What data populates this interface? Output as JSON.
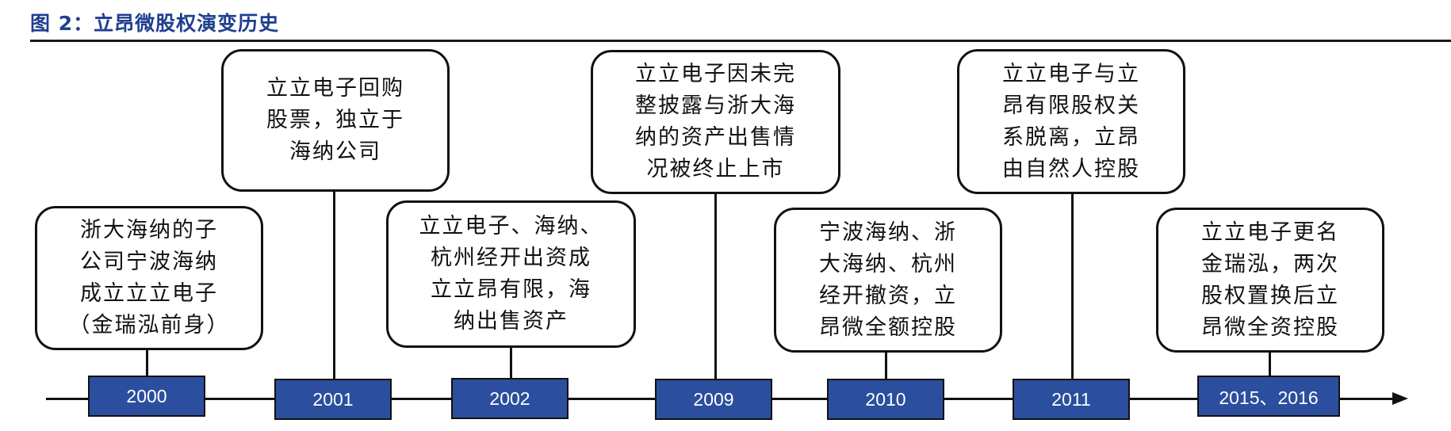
{
  "header": {
    "title": "图 2：立昂微股权演变历史"
  },
  "timeline": {
    "events": [
      {
        "year": "2000",
        "text": "浙大海纳的子\n公司宁波海纳\n成立立立电子\n（金瑞泓前身）"
      },
      {
        "year": "2001",
        "text": "立立电子回购\n股票，独立于\n海纳公司"
      },
      {
        "year": "2002",
        "text": "立立电子、海纳、\n杭州经开出资成\n立立昂有限，海\n纳出售资产"
      },
      {
        "year": "2009",
        "text": "立立电子因未完\n整披露与浙大海\n纳的资产出售情\n况被终止上市"
      },
      {
        "year": "2010",
        "text": "宁波海纳、浙\n大海纳、杭州\n经开撤资，立\n昂微全额控股"
      },
      {
        "year": "2011",
        "text": "立立电子与立\n昂有限股权关\n系脱离，立昂\n由自然人控股"
      },
      {
        "year": "2015、2016",
        "text": "立立电子更名\n金瑞泓，两次\n股权置换后立\n昂微全资控股"
      }
    ]
  }
}
